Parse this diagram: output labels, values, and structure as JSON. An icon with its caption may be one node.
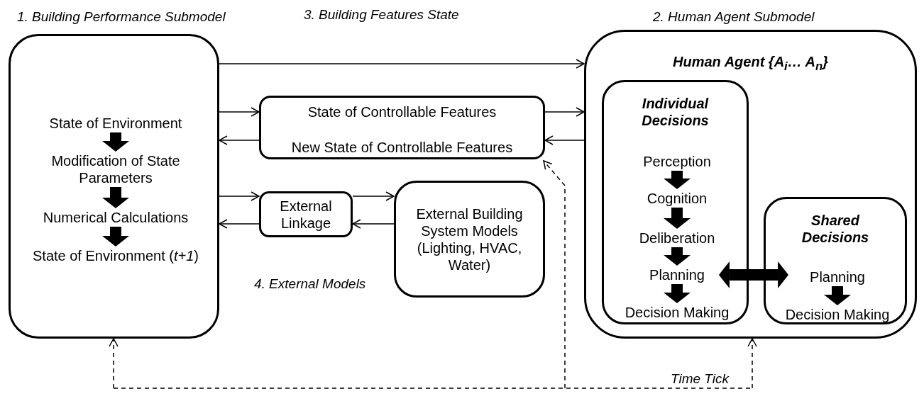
{
  "diagram": {
    "nodes": [
      {
        "text": [
          "1. Building Performance Submodel"
        ]
      },
      {
        "text": [
          "State of Environment"
        ],
        "in": 0
      },
      {
        "text": [
          "Modification of State Parameters"
        ],
        "in": 0
      },
      {
        "text": [
          "Numerical Calculations"
        ],
        "in": 0
      },
      {
        "text": [
          "State of Environment (*t+1*)"
        ],
        "in": 0
      },
      {
        "text": [
          "State of Controllable Features",
          "New State of Controllable Features"
        ]
      },
      {
        "text": [
          "External Linkage"
        ]
      },
      {
        "text": [
          "External Building System Models (Lighting, HVAC, Water)"
        ]
      },
      {
        "text": [
          "2. Human Agent Submodel",
          "Human Agent {A$_{i}$… A$_{n}$}"
        ]
      },
      {
        "text": [
          "Individual Decisions"
        ],
        "in": 8
      },
      {
        "text": [
          "Perception"
        ],
        "in": 9
      },
      {
        "text": [
          "Cognition"
        ],
        "in": 9
      },
      {
        "text": [
          "Deliberation"
        ],
        "in": 9
      },
      {
        "text": [
          "Planning"
        ],
        "in": 9
      },
      {
        "text": [
          "Decision Making"
        ],
        "in": 9
      },
      {
        "text": [
          "Shared Decisions"
        ],
        "in": 8
      },
      {
        "text": [
          "Planning"
        ],
        "in": 15
      },
      {
        "text": [
          "Decision Making"
        ],
        "in": 15
      }
    ],
    "edges": [
      {
        "from": 0,
        "to": 8,
        "arrow": "to"
      },
      {
        "from": 0,
        "to": 5,
        "arrow": "to"
      },
      {
        "from": 5,
        "to": 0,
        "arrow": "to"
      },
      {
        "from": 5,
        "to": 8,
        "arrow": "to"
      },
      {
        "from": 8,
        "to": 5,
        "arrow": "to"
      },
      {
        "from": 0,
        "to": 6,
        "arrow": "to"
      },
      {
        "from": 6,
        "to": 0,
        "arrow": "to"
      },
      {
        "from": 6,
        "to": 7,
        "arrow": "to"
      },
      {
        "from": 7,
        "to": 6,
        "arrow": "to"
      },
      {
        "from": 1,
        "to": 2,
        "arrow": "to",
        "style": "thick"
      },
      {
        "from": 2,
        "to": 3,
        "arrow": "to",
        "style": "thick"
      },
      {
        "from": 3,
        "to": 4,
        "arrow": "to",
        "style": "thick"
      },
      {
        "from": 10,
        "to": 11,
        "arrow": "to",
        "style": "thick"
      },
      {
        "from": 11,
        "to": 12,
        "arrow": "to",
        "style": "thick"
      },
      {
        "from": 12,
        "to": 13,
        "arrow": "to",
        "style": "thick"
      },
      {
        "from": 13,
        "to": 14,
        "arrow": "to",
        "style": "thick"
      },
      {
        "from": 16,
        "to": 17,
        "arrow": "to",
        "style": "thick"
      },
      {
        "from": 13,
        "to": 16,
        "arrow": "both",
        "style": "thick"
      },
      {
        "from": null,
        "to": 0,
        "arrow": "to",
        "style": "dashed"
      },
      {
        "from": null,
        "to": 5,
        "arrow": "to",
        "style": "dashed"
      },
      {
        "from": null,
        "to": 8,
        "arrow": "to",
        "style": "dashed",
        "label": "Time Tick"
      }
    ],
    "labels": [
      "3. Building Features State",
      "4. External Models"
    ]
  }
}
